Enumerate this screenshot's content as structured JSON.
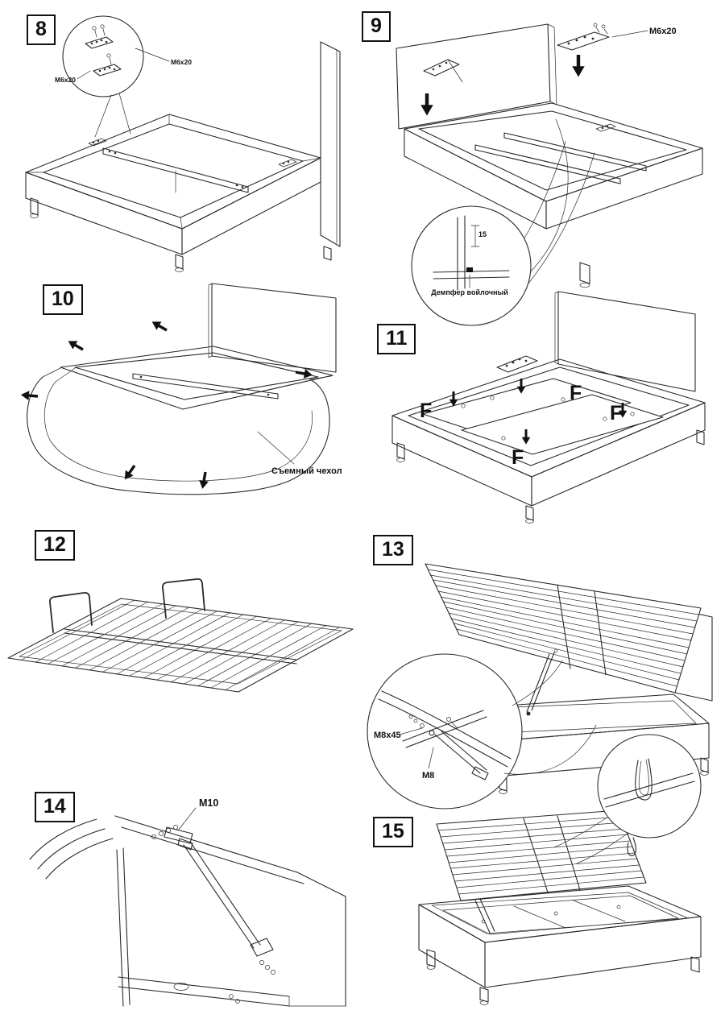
{
  "steps": {
    "s8": {
      "number": "8",
      "bolt_label_left": "M6x20",
      "bolt_label_right": "M6x20"
    },
    "s9": {
      "number": "9",
      "bolt_label": "M6x20",
      "dimension": "15",
      "damper_label": "Демпфер войлочный"
    },
    "s10": {
      "number": "10",
      "cover_label": "Съемный чехол"
    },
    "s11": {
      "number": "11",
      "force_label": "F"
    },
    "s12": {
      "number": "12"
    },
    "s13": {
      "number": "13",
      "bolt_label": "M8x45",
      "nut_label": "M8"
    },
    "s14": {
      "number": "14",
      "bolt_label": "M10"
    },
    "s15": {
      "number": "15"
    }
  }
}
